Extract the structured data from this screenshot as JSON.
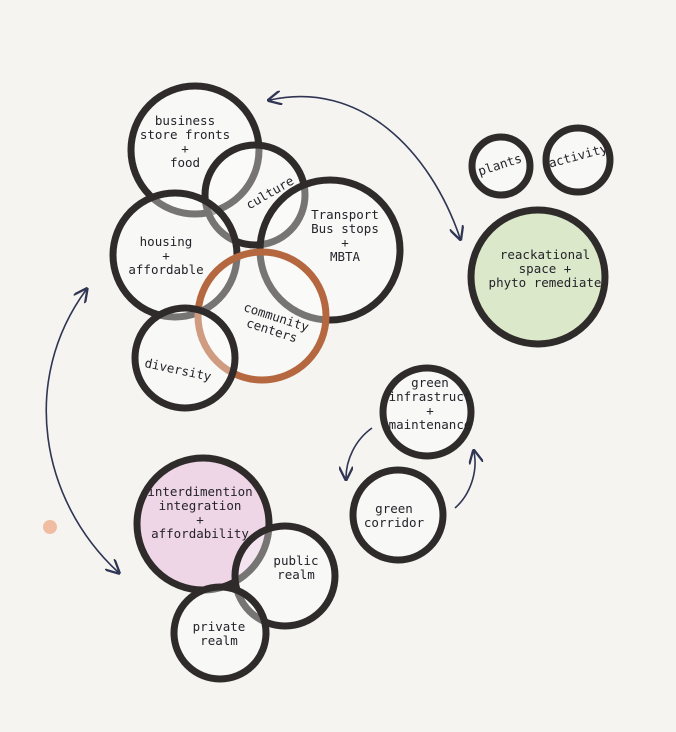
{
  "diagram": {
    "bubbles": {
      "business": "business\nstore fronts\n+\nfood",
      "culture": "culture",
      "transport": "Transport\nBus stops\n+\nMBTA",
      "housing": "housing\n+\naffordable",
      "community": "community\ncenters",
      "diversity": "diversity",
      "plants": "plants",
      "activity": "activity",
      "recreational": "reackational\nspace +\nphyto remediate",
      "green_infra": "green\ninfrastruct\n+\nmaintenance",
      "green_corridor": "green\ncorridor",
      "interdimention": "interdimention\nintegration\n+\naffordability",
      "public_realm": "public\nrealm",
      "private_realm": "private\nrealm"
    },
    "colors": {
      "ink": "#2e2b2a",
      "community_ring": "#b5683f",
      "recreational_fill": "#c4e0aa",
      "interdimention_fill": "#e9bede",
      "arrows": "#2f3553"
    }
  }
}
